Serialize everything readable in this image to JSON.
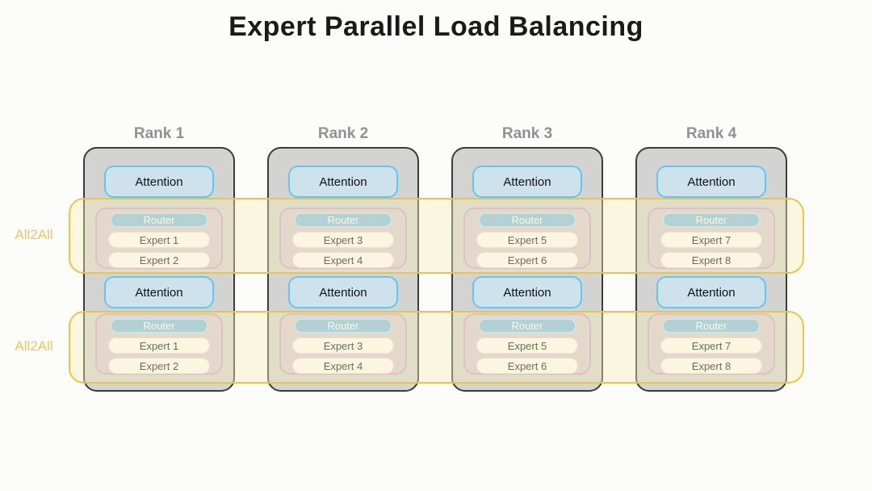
{
  "title": "Expert Parallel Load Balancing",
  "labels": {
    "attention": "Attention",
    "router": "Router"
  },
  "ranks": [
    {
      "label": "Rank 1",
      "experts": [
        "Expert 1",
        "Expert 2"
      ]
    },
    {
      "label": "Rank 2",
      "experts": [
        "Expert 3",
        "Expert 4"
      ]
    },
    {
      "label": "Rank 3",
      "experts": [
        "Expert 5",
        "Expert 6"
      ]
    },
    {
      "label": "Rank 4",
      "experts": [
        "Expert 7",
        "Expert 8"
      ]
    }
  ],
  "all2all": {
    "bands": [
      {
        "label": "All2All"
      },
      {
        "label": "All2All"
      }
    ]
  },
  "colors": {
    "background": "#fcfcfb",
    "title_text": "#1a1a1a",
    "rank_label_text": "#8f9193",
    "rank_box_fill": "#d3d3d1",
    "rank_box_border": "#3b3b3b",
    "attention_fill": "#cde2ec",
    "attention_border": "#65c5f1",
    "expert_group_fill": "#d6cad5",
    "expert_group_border": "#c6a3d3",
    "router_fill": "#84bce6",
    "router_border": "#b7e0f8",
    "router_text": "#ffffff",
    "expert_fill": "#fcfbfc",
    "expert_border": "#e3dbe5",
    "band_fill": "#faeeb9",
    "band_border": "#e8c44e",
    "all2all_text": "#f0c555"
  }
}
